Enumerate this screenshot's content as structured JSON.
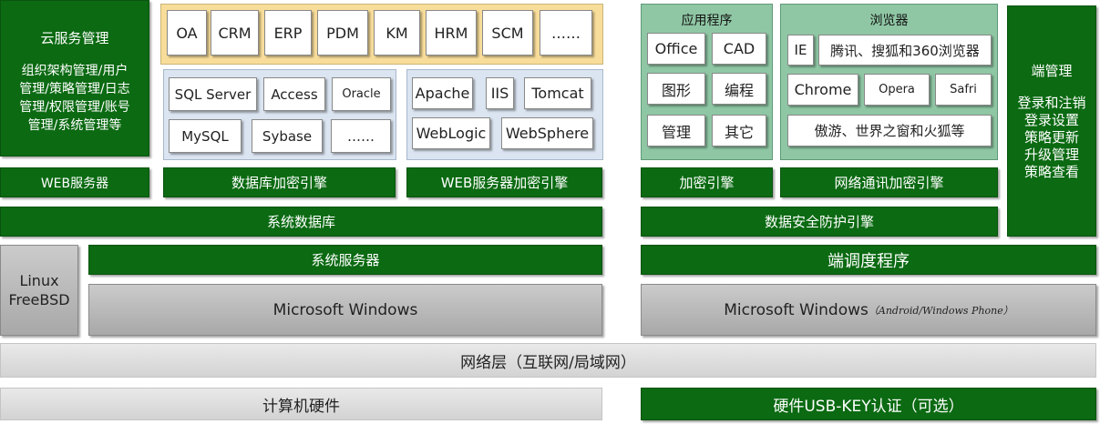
{
  "cloud_management": {
    "title": "云服务管理",
    "lines": [
      "组织架构管理/用户",
      "管理/策略管理/日志",
      "管理/权限管理/账号",
      "管理/系统管理等"
    ]
  },
  "apps_top": [
    "OA",
    "CRM",
    "ERP",
    "PDM",
    "KM",
    "HRM",
    "SCM",
    "……"
  ],
  "databases": [
    "SQL Server",
    "Access",
    "Oracle",
    "MySQL",
    "Sybase",
    "……"
  ],
  "web_servers": [
    "Apache",
    "IIS",
    "Tomcat",
    "WebLogic",
    "WebSphere"
  ],
  "applications": {
    "title": "应用程序",
    "items": [
      "Office",
      "CAD",
      "图形",
      "编程",
      "管理",
      "其它"
    ]
  },
  "browsers": {
    "title": "浏览器",
    "items": [
      "IE",
      "腾讯、搜狐和360浏览器",
      "Chrome",
      "Opera",
      "Safri",
      "傲游、世界之窗和火狐等"
    ]
  },
  "endpoint_management": {
    "title": "端管理",
    "lines": [
      "登录和注销",
      "登录设置",
      "策略更新",
      "升级管理",
      "策略查看"
    ]
  },
  "layers": {
    "web_server": "WEB服务器",
    "db_encrypt_engine": "数据库加密引擎",
    "web_encrypt_engine": "WEB服务器加密引擎",
    "encrypt_engine": "加密引擎",
    "network_encrypt_engine": "网络通讯加密引擎",
    "system_database": "系统数据库",
    "data_security_engine": "数据安全防护引擎",
    "linux": "Linux",
    "freebsd": "FreeBSD",
    "system_server": "系统服务器",
    "endpoint_scheduler": "端调度程序",
    "ms_windows_server": "Microsoft Windows",
    "ms_windows_client": "Microsoft Windows",
    "ms_windows_client_note": "（Android/Windows Phone）",
    "network_layer": "网络层（互联网/局域网）",
    "computer_hardware": "计算机硬件",
    "usb_key": "硬件USB-KEY认证（可选）"
  },
  "colors": {
    "green": "#0b6a12",
    "gray": "#b8b8b8",
    "light_gray": "#dedede",
    "yellow_panel": "#f8dd9a",
    "blue_panel": "#dbe5f1",
    "green_panel": "#8fc7a4"
  }
}
